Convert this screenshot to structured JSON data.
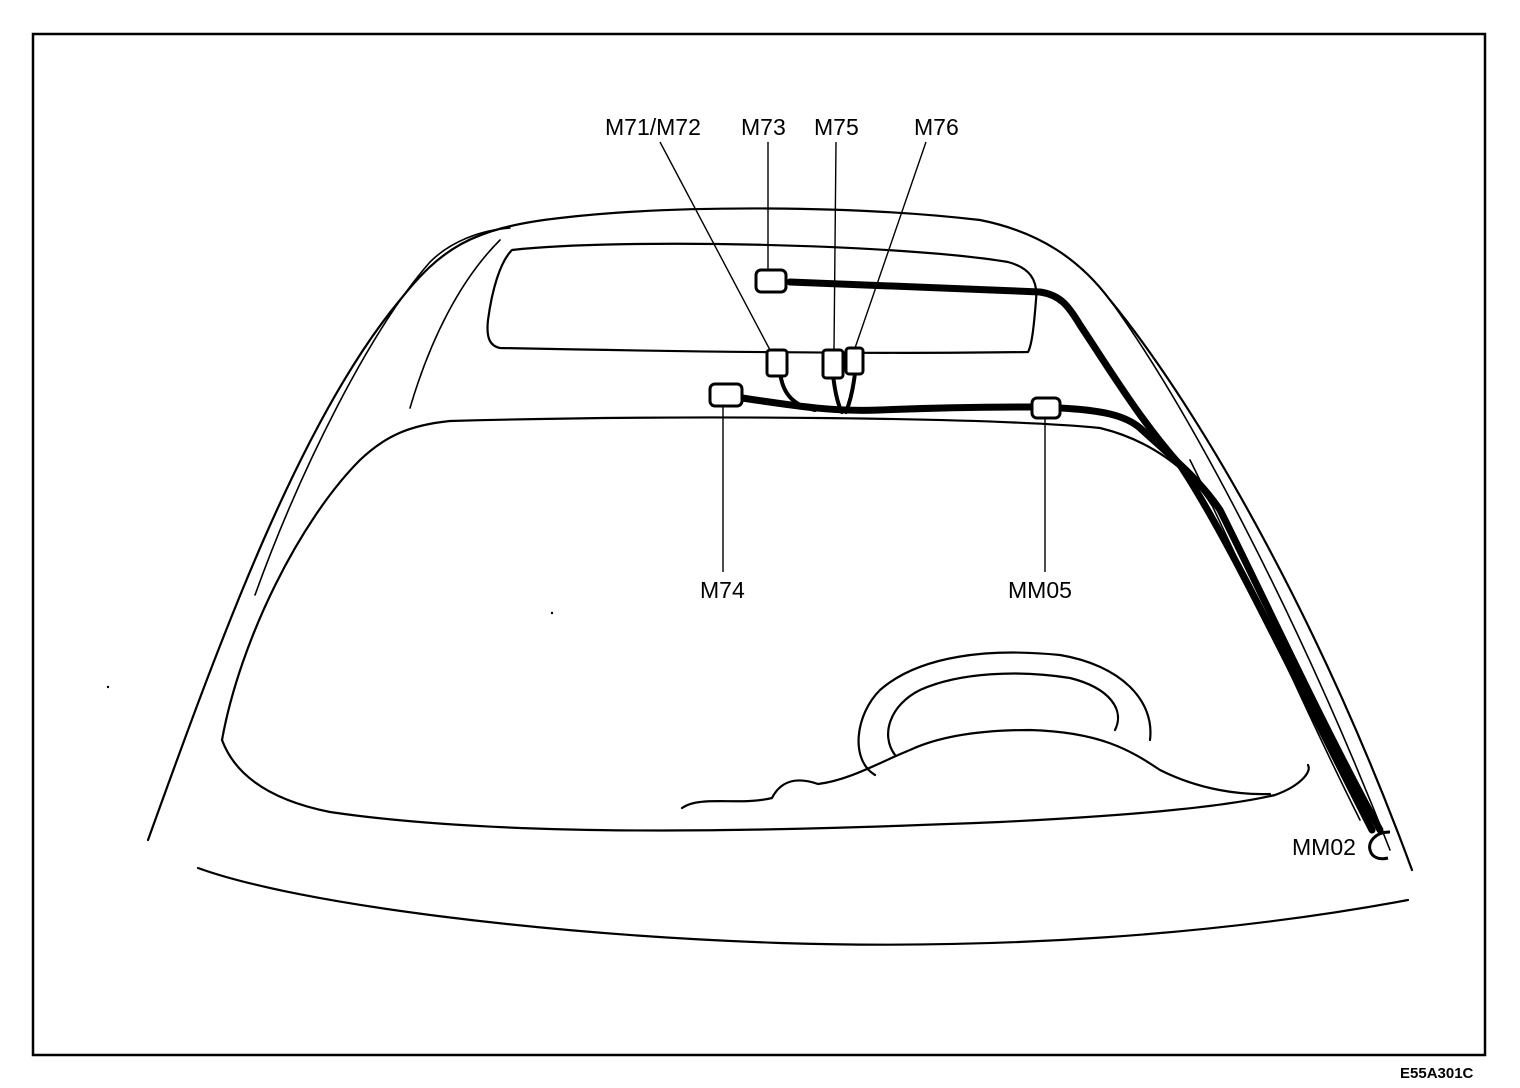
{
  "diagram": {
    "labels": {
      "m71_m72": "M71/M72",
      "m73": "M73",
      "m75": "M75",
      "m76": "M76",
      "m74": "M74",
      "mm05": "MM05",
      "mm02": "MM02"
    },
    "figure_code": "E55A301C"
  }
}
